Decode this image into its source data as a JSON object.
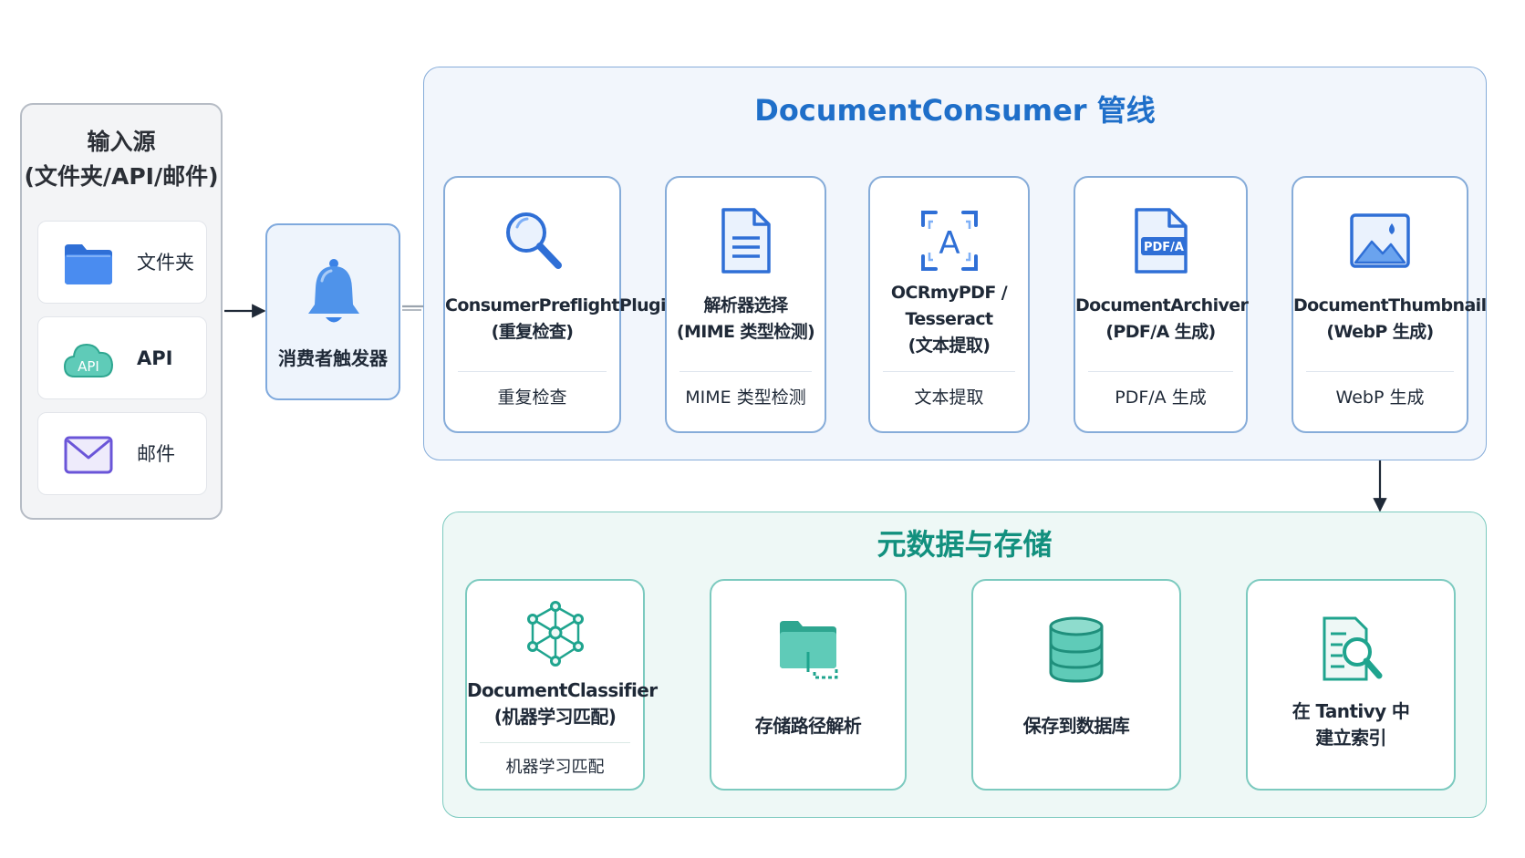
{
  "input_sources": {
    "title_line1": "输入源",
    "title_line2": "(文件夹/API/邮件)",
    "items": [
      {
        "icon": "folder-icon",
        "label": "文件夹"
      },
      {
        "icon": "cloud-api-icon",
        "icon_text": "API",
        "label": "API"
      },
      {
        "icon": "mail-icon",
        "label": "邮件"
      }
    ]
  },
  "trigger": {
    "icon": "bell-icon",
    "label": "消费者触发器"
  },
  "pipeline": {
    "title": "DocumentConsumer 管线",
    "stages": [
      {
        "icon": "magnifier-icon",
        "name_line1": "ConsumerPreflightPlugin",
        "name_line2": "(重复检查)",
        "sub": "重复检查"
      },
      {
        "icon": "document-icon",
        "name_line1": "解析器选择",
        "name_line2": "(MIME 类型检测)",
        "sub": "MIME 类型检测"
      },
      {
        "icon": "ocr-scan-icon",
        "icon_text": "A",
        "name_line1": "OCRmyPDF /",
        "name_line2": "Tesseract",
        "name_line3": "(文本提取)",
        "sub": "文本提取"
      },
      {
        "icon": "pdf-file-icon",
        "icon_text": "PDF/A",
        "name_line1": "DocumentArchiver",
        "name_line2": "(PDF/A 生成)",
        "sub": "PDF/A 生成"
      },
      {
        "icon": "image-icon",
        "name_line1": "DocumentThumbnail",
        "name_line2": "(WebP 生成)",
        "sub": "WebP 生成"
      }
    ]
  },
  "storage": {
    "title": "元数据与存储",
    "stages": [
      {
        "icon": "network-icon",
        "name_line1": "DocumentClassifier",
        "name_line2": "(机器学习匹配)",
        "sub": "机器学习匹配"
      },
      {
        "icon": "folder-path-icon",
        "name_line1": "存储路径解析"
      },
      {
        "icon": "database-icon",
        "name_line1": "保存到数据库"
      },
      {
        "icon": "search-index-icon",
        "name_line1": "在 Tantivy 中",
        "name_line2": "建立索引"
      }
    ]
  },
  "colors": {
    "pipeline_accent": "#1f6fc9",
    "storage_accent": "#12907e",
    "pipeline_border": "#86acd9",
    "storage_border": "#7ccabf"
  }
}
